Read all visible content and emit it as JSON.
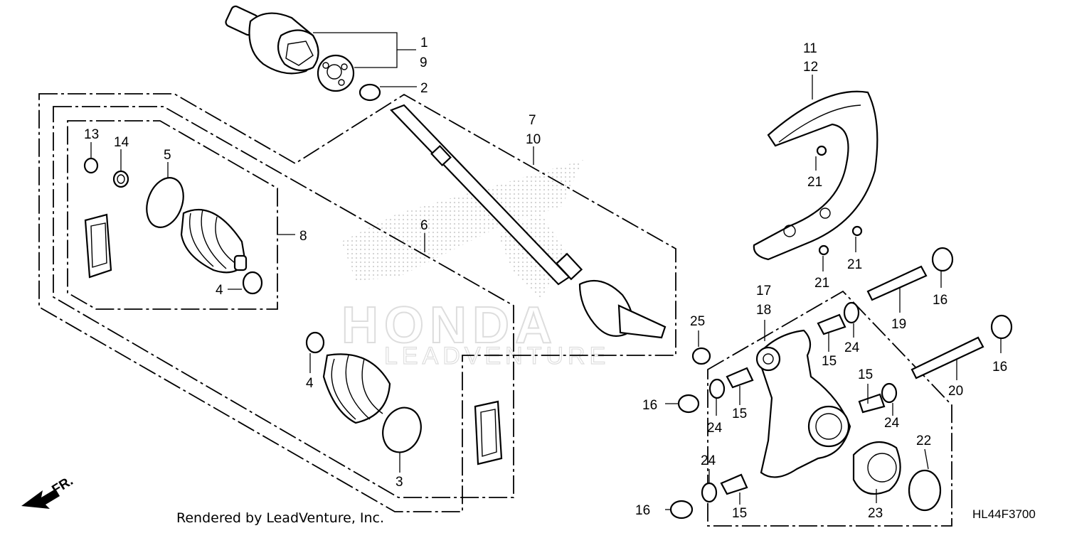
{
  "footer": {
    "rendered_by": "Rendered by LeadVenture, Inc."
  },
  "diagram_code": "HL44F3700",
  "watermark": {
    "text": "HONDA",
    "subtext": "LEADVENTURE"
  },
  "front_indicator": {
    "text": "FR."
  },
  "callouts": {
    "c1": "1",
    "c9": "9",
    "c2": "2",
    "c7": "7",
    "c10": "10",
    "c13": "13",
    "c14": "14",
    "c5": "5",
    "c8": "8",
    "c4a": "4",
    "c6": "6",
    "c4b": "4",
    "c3": "3",
    "c11": "11",
    "c12": "12",
    "c21a": "21",
    "c21b": "21",
    "c21c": "21",
    "c17": "17",
    "c18": "18",
    "c25": "25",
    "c16a": "16",
    "c16b": "16",
    "c16c": "16",
    "c16d": "16",
    "c19": "19",
    "c20": "20",
    "c15a": "15",
    "c15b": "15",
    "c15c": "15",
    "c15d": "15",
    "c24a": "24",
    "c24b": "24",
    "c24c": "24",
    "c24d": "24",
    "c22": "22",
    "c23": "23"
  }
}
